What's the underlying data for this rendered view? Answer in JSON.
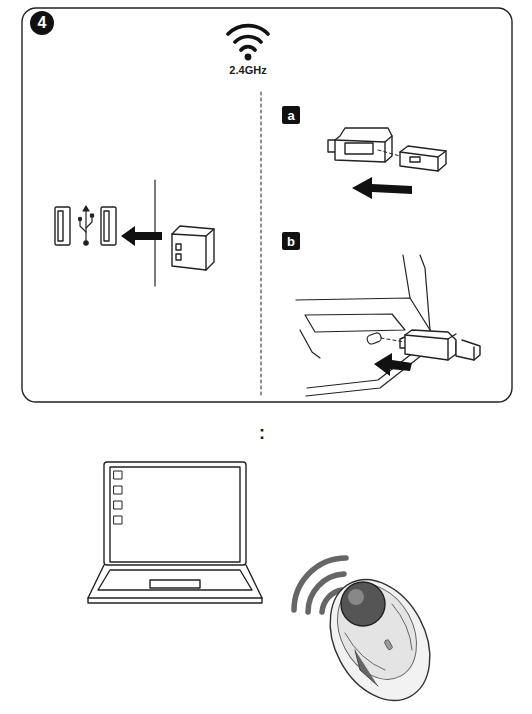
{
  "diagram": {
    "labels": [
      "4",
      "2.4GHz",
      "a",
      "b",
      ":"
    ]
  }
}
